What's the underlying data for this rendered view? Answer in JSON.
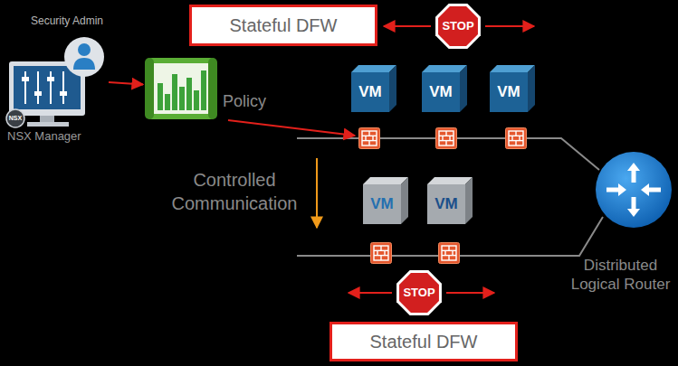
{
  "diagram": {
    "nodes": [
      {
        "text": [
          "Security Admin",
          "NSX",
          "NSX Manager"
        ]
      },
      {
        "text": [
          "Policy"
        ]
      },
      {
        "text": [
          "Stateful DFW"
        ]
      },
      {
        "text": [
          "STOP"
        ]
      },
      {
        "text": [
          "VM"
        ]
      },
      {
        "text": [
          "VM"
        ]
      },
      {
        "text": [
          "VM"
        ]
      },
      {
        "text": [
          "VM"
        ]
      },
      {
        "text": [
          "VM"
        ]
      },
      {
        "text": [
          "STOP"
        ]
      },
      {
        "text": [
          "Stateful DFW"
        ]
      },
      {
        "text": [
          "Distributed Logical Router"
        ]
      }
    ],
    "edges": [
      {
        "from": 0,
        "to": 1,
        "arrow": "to"
      }
    ],
    "labels": [
      "Controlled Communication"
    ]
  }
}
